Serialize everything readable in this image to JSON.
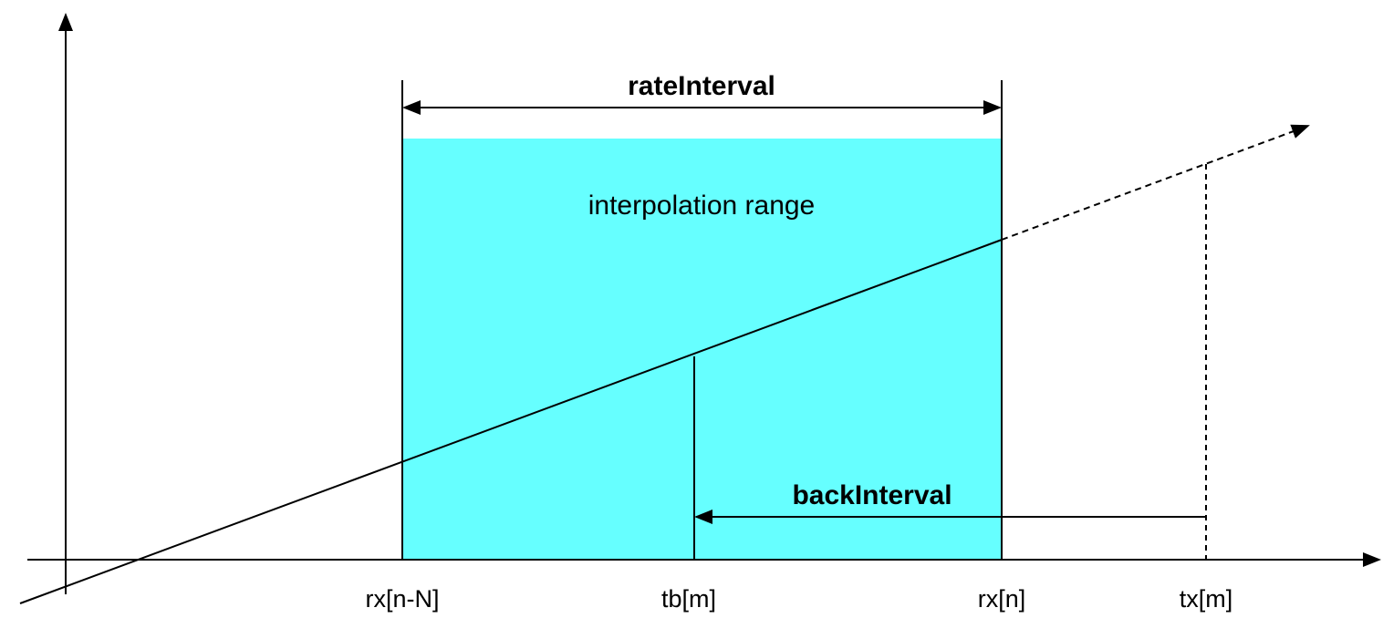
{
  "labels": {
    "rate_interval": "rateInterval",
    "interpolation_range": "interpolation range",
    "back_interval": "backInterval"
  },
  "ticks": {
    "rx_n_minus_N": "rx[n-N]",
    "tb_m": "tb[m]",
    "rx_n": "rx[n]",
    "tx_m": "tx[m]"
  },
  "colors": {
    "interpolation_fill": "#66FFFF",
    "stroke": "#000000",
    "background": "#FFFFFF"
  }
}
